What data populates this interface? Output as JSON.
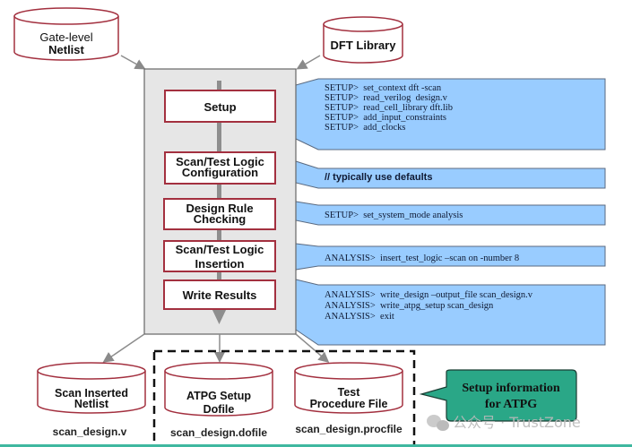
{
  "inputs": {
    "netlist": {
      "line1": "Gate-level",
      "line2": "Netlist"
    },
    "library": {
      "label": "DFT Library"
    }
  },
  "flow_steps": [
    {
      "line1": "Setup",
      "line2": ""
    },
    {
      "line1": "Scan/Test Logic",
      "line2": "Configuration"
    },
    {
      "line1": "Design Rule",
      "line2": "Checking"
    },
    {
      "line1": "Scan/Test Logic",
      "line2": "Insertion"
    },
    {
      "line1": "Write Results",
      "line2": ""
    }
  ],
  "commands": [
    {
      "lines": [
        "SETUP>  set_context dft -scan",
        "SETUP>  read_verilog  design.v",
        "SETUP>  read_cell_library dft.lib",
        "SETUP>  add_input_constraints",
        "SETUP>  add_clocks"
      ]
    },
    {
      "lines": [
        "// typically use defaults"
      ],
      "bold": true
    },
    {
      "lines": [
        "SETUP>  set_system_mode analysis"
      ]
    },
    {
      "lines": [
        "ANALYSIS>  insert_test_logic –scan on -number 8"
      ]
    },
    {
      "lines": [
        "ANALYSIS>  write_design –output_file scan_design.v",
        "ANALYSIS>  write_atpg_setup scan_design",
        "ANALYSIS>  exit"
      ]
    }
  ],
  "outputs": [
    {
      "line1": "Scan Inserted",
      "line2": "Netlist",
      "file": "scan_design.v"
    },
    {
      "line1": "ATPG Setup",
      "line2": "Dofile",
      "file": "scan_design.dofile"
    },
    {
      "line1": "Test",
      "line2": "Procedure File",
      "file": "scan_design.procfile"
    }
  ],
  "callout": {
    "line1": "Setup information",
    "line2": "for ATPG"
  },
  "watermark": {
    "text": "公众号 · TrustZone",
    "icon": "wechat-icon"
  },
  "colors": {
    "cylinder_stroke": "#a3303f",
    "step_stroke": "#a3303f",
    "panel_fill": "#e6e6e6",
    "command_fill": "#99ccff",
    "callout_fill": "#2aa787",
    "bottom_rule": "#3fb8a0"
  }
}
